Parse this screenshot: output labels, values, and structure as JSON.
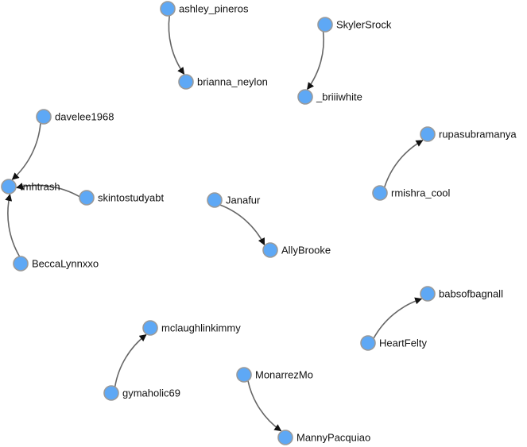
{
  "graph": {
    "nodes": [
      {
        "id": "ashley_pineros"
      },
      {
        "id": "brianna_neylon"
      },
      {
        "id": "SkylerSrock"
      },
      {
        "id": "_briiiwhite"
      },
      {
        "id": "davelee1968"
      },
      {
        "id": "tmhtrash"
      },
      {
        "id": "skintostudyabt"
      },
      {
        "id": "BeccaLynnxxo"
      },
      {
        "id": "rupasubramanya"
      },
      {
        "id": "rmishra_cool"
      },
      {
        "id": "Janafur"
      },
      {
        "id": "AllyBrooke"
      },
      {
        "id": "babsofbagnall"
      },
      {
        "id": "HeartFelty"
      },
      {
        "id": "mclaughlinkimmy"
      },
      {
        "id": "gymaholic69"
      },
      {
        "id": "MonarrezMo"
      },
      {
        "id": "MannyPacquiao"
      }
    ],
    "edges": [
      {
        "from": "ashley_pineros",
        "to": "brianna_neylon"
      },
      {
        "from": "SkylerSrock",
        "to": "_briiiwhite"
      },
      {
        "from": "davelee1968",
        "to": "tmhtrash"
      },
      {
        "from": "skintostudyabt",
        "to": "tmhtrash"
      },
      {
        "from": "BeccaLynnxxo",
        "to": "tmhtrash"
      },
      {
        "from": "rmishra_cool",
        "to": "rupasubramanya"
      },
      {
        "from": "Janafur",
        "to": "AllyBrooke"
      },
      {
        "from": "HeartFelty",
        "to": "babsofbagnall"
      },
      {
        "from": "gymaholic69",
        "to": "mclaughlinkimmy"
      },
      {
        "from": "MonarrezMo",
        "to": "MannyPacquiao"
      }
    ]
  },
  "colors": {
    "node_fill": "#5ea8f5",
    "node_stroke": "#9a9a9a",
    "edge": "#666666",
    "label": "#111111"
  }
}
